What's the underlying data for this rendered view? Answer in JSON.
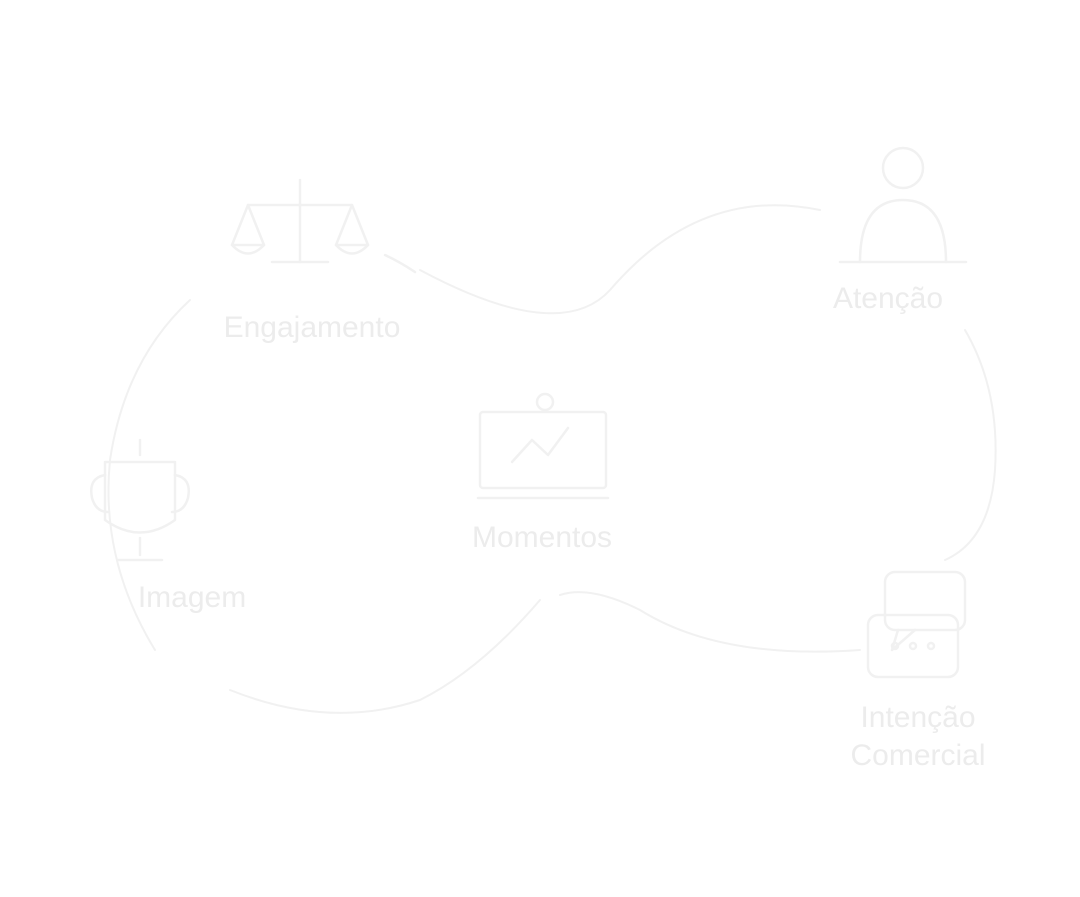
{
  "colors": {
    "background": "#ffffff",
    "stroke": "#f1f1f1",
    "text": "#ececec"
  },
  "nodes": [
    {
      "id": "engajamento",
      "label_lines": [
        "Engajamento"
      ],
      "icon": "scale-icon"
    },
    {
      "id": "atencao",
      "label_lines": [
        "Atenção"
      ],
      "icon": "person-icon"
    },
    {
      "id": "momentos",
      "label_lines": [
        "Momentos"
      ],
      "icon": "monitor-icon"
    },
    {
      "id": "imagem",
      "label_lines": [
        "Imagem"
      ],
      "icon": "trophy-icon"
    },
    {
      "id": "intencao",
      "label_lines": [
        "Intenção",
        "Comercial"
      ],
      "icon": "chat-icon"
    }
  ]
}
